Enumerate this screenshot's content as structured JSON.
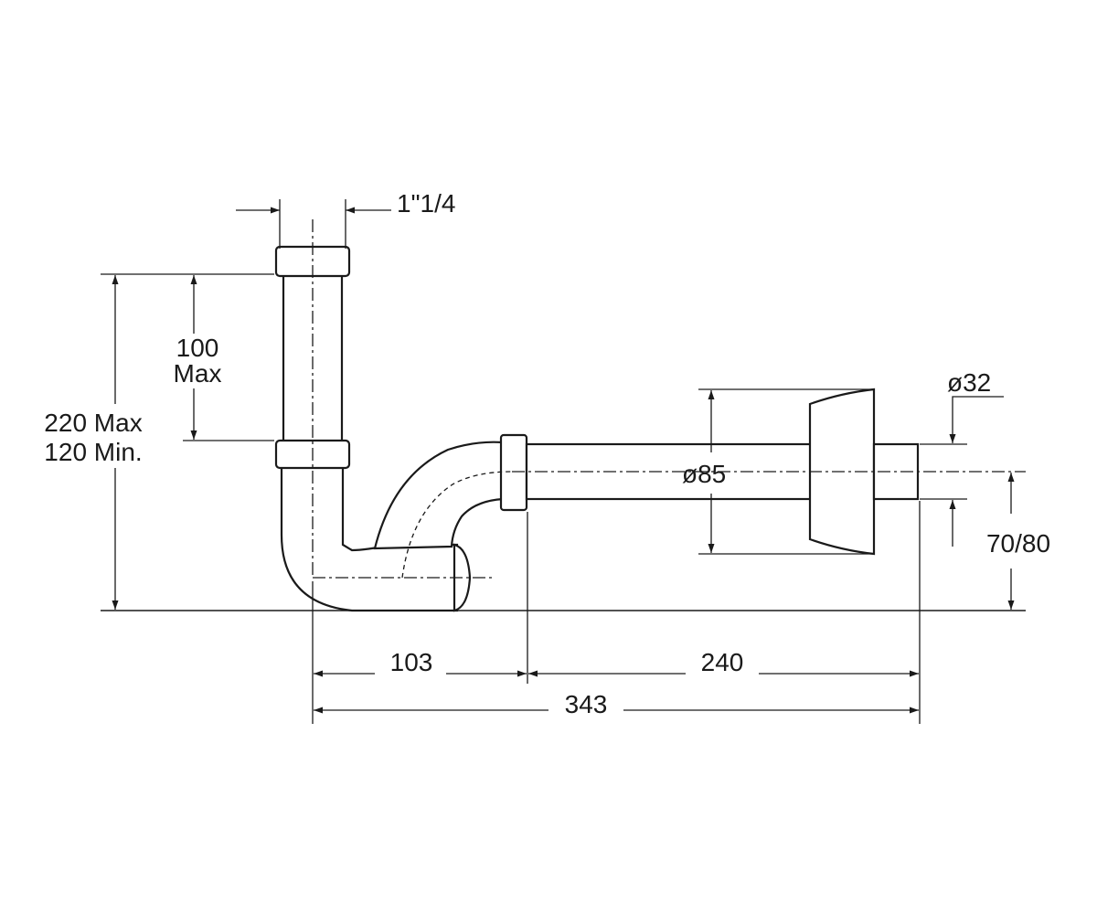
{
  "diagram": {
    "labels": {
      "thread": "1\"1/4",
      "riser_max_num": "100",
      "riser_max_word": "Max",
      "height_max": "220 Max",
      "height_min": "120 Min.",
      "outlet_diameter": "ø32",
      "rosette_diameter": "ø85",
      "outlet_height": "70/80",
      "trap_width": "103",
      "arm_length": "240",
      "total_length": "343"
    },
    "colors": {
      "line": "#1a1a1a",
      "background": "#ffffff"
    }
  }
}
